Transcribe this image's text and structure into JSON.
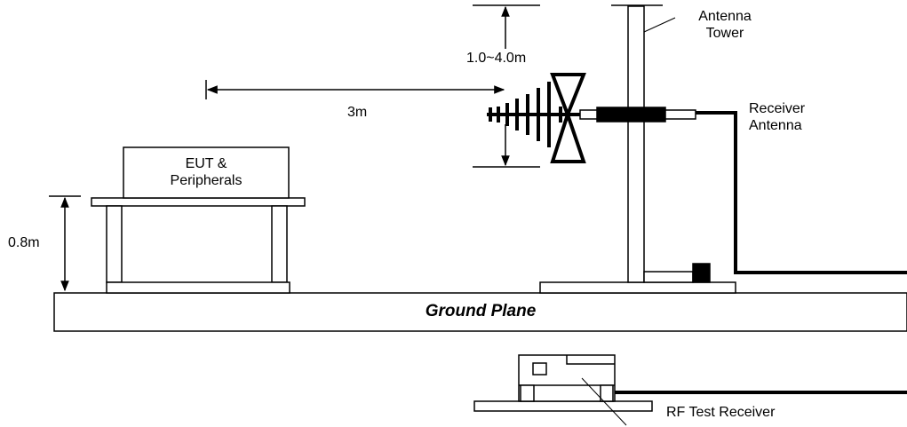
{
  "labels": {
    "antenna_tower_line1": "Antenna",
    "antenna_tower_line2": "Tower",
    "height_range": "1.0~4.0m",
    "distance": "3m",
    "receiver_antenna_line1": "Receiver",
    "receiver_antenna_line2": "Antenna",
    "eut_line1": "EUT &",
    "eut_line2": "Peripherals",
    "table_height": "0.8m",
    "ground_plane": "Ground Plane",
    "rf_test_receiver": "RF Test Receiver"
  }
}
